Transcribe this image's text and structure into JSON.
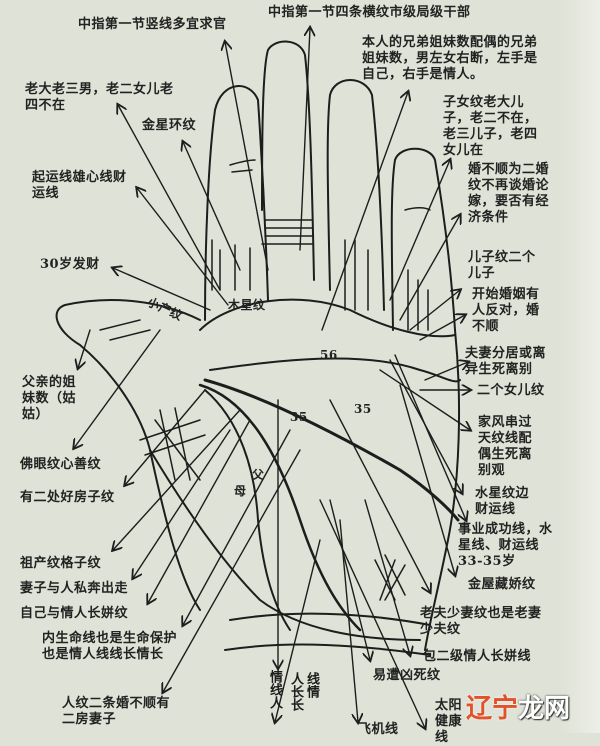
{
  "labels": {
    "top_left": "中指第一节竖线多宜求官",
    "top_right": "中指第一节四条横纹市级局级干部",
    "siblings": "本人的兄弟姐妹数配偶的兄弟姐妹数，男左女右断，左手是自己，右手是情人。",
    "children": "子女纹老大儿子，老二不在，老三儿子，老四女儿在",
    "second_marriage": "婚不顺为二婚纹不再谈婚论嫁，要否有经济条件",
    "sons": "儿子纹二个儿子",
    "marriage_opposed": "开始婚姻有人反对，婚不顺",
    "separation": "夫妻分居或离异生死离别",
    "two_daughters": "二个女儿纹",
    "family_line": "家风串过天纹线配偶生死离别观",
    "mercury_wealth": "水星纹边财运线",
    "career": "事业成功线，水星线、财运线33-35岁",
    "golden_house": "金屋藏娇纹",
    "age_gap": "老夫少妻纹也是老妻少夫纹",
    "mistress": "包二级情人长姘线",
    "violent_death": "易遭凶死纹",
    "sun_health": "太阳健康线",
    "airplane": "飞机线",
    "elder_children": "老大老三男，老二女儿老四不在",
    "venus_ring": "金星环纹",
    "ambition": "起运线雄心线财运线",
    "wealth_30": "30岁发财",
    "aunts": "父亲的姐妹数（姑姑）",
    "buddha_eye": "佛眼纹心善纹",
    "two_houses": "有二处好房子纹",
    "inheritance": "祖产纹格子纹",
    "wife_elope": "妻子与人私奔出走",
    "own_affair": "自己与情人长姘纹",
    "inner_life": "内生命线也是生命保护也是情人线线长情长",
    "two_wives": "人纹二条婚不顺有二房妻子",
    "jupiter": "木星纹",
    "miscarriage": "小产纹",
    "father": "父",
    "mother": "母",
    "n56": "56",
    "n35a": "35",
    "n35b": "35",
    "vert1": "情线人",
    "vert2": "人长长",
    "vert3": "线情"
  },
  "watermark": {
    "part1": "辽宁",
    "part2": "龙网"
  },
  "colors": {
    "paper": "#dfe2d6",
    "ink": "#1d1d1d",
    "watermark_red": "#e2522a"
  }
}
